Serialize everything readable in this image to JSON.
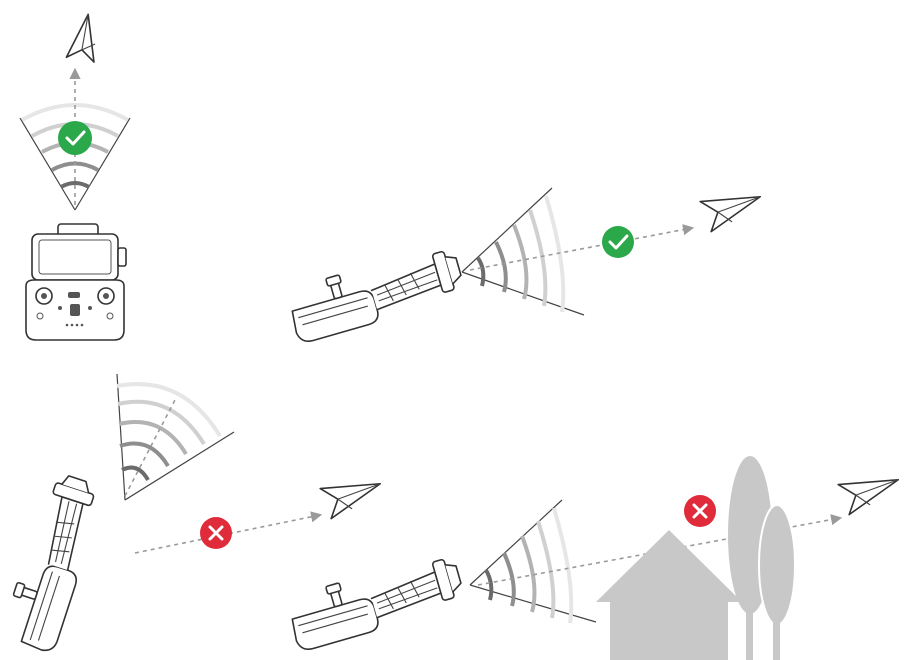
{
  "diagram": {
    "panels": [
      {
        "name": "rc-antenna-facing-up",
        "device": "remote-controller-with-phone",
        "signal": "good"
      },
      {
        "name": "antenna-pointed-at-aircraft",
        "device": "remote-antenna",
        "signal": "good"
      },
      {
        "name": "antenna-pointed-upward",
        "device": "remote-antenna",
        "signal": "bad"
      },
      {
        "name": "signal-blocked-by-obstacles",
        "device": "remote-antenna",
        "signal": "bad"
      }
    ],
    "colors": {
      "good": "#2aa84a",
      "bad": "#e02c3a",
      "obstacle": "#c8c8c8",
      "line": "#333333",
      "arrow": "#9a9a9a"
    },
    "icons": [
      "paper-plane-icon",
      "check-circle-icon",
      "cross-circle-icon",
      "house-icon",
      "tree-icon"
    ]
  }
}
